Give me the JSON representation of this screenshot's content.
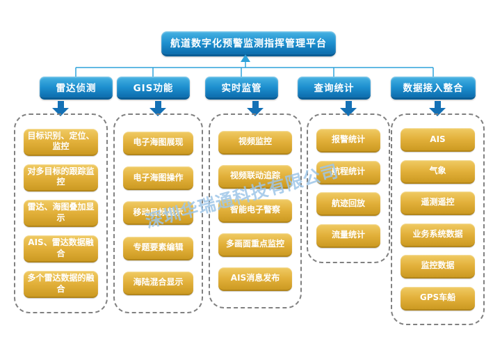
{
  "title": "航道数字化预警监测指挥管理平台",
  "watermark": "深圳华瑞通科技有限公司",
  "colors": {
    "header_blue_top": "#47b2e2",
    "header_blue_bottom": "#0c6cad",
    "arrow_blue": "#1370b5",
    "connector_blue": "#2ea2da",
    "item_gold_top": "#f0cb64",
    "item_gold_bottom": "#cc9a22",
    "dashed_border": "#808080",
    "text_white": "#ffffff"
  },
  "columns": [
    {
      "header": "雷达侦测",
      "items": [
        "目标识别、定位、监控",
        "对多目标的跟踪监控",
        "雷达、海图叠加显示",
        "AIS、雷达数据融合",
        "多个雷达数据的融合"
      ]
    },
    {
      "header": "GIS功能",
      "items": [
        "电子海图展现",
        "电子海图操作",
        "移动目标显示",
        "专题要素编辑",
        "海陆混合显示"
      ]
    },
    {
      "header": "实时监管",
      "items": [
        "视频监控",
        "视频联动追踪",
        "智能电子警察",
        "多画面重点监控",
        "AIS消息发布"
      ]
    },
    {
      "header": "查询统计",
      "items": [
        "报警统计",
        "航程统计",
        "航迹回放",
        "流量统计"
      ]
    },
    {
      "header": "数据接入整合",
      "items": [
        "AIS",
        "气象",
        "遥测遥控",
        "业务系统数据",
        "监控数据",
        "GPS车船"
      ]
    }
  ]
}
